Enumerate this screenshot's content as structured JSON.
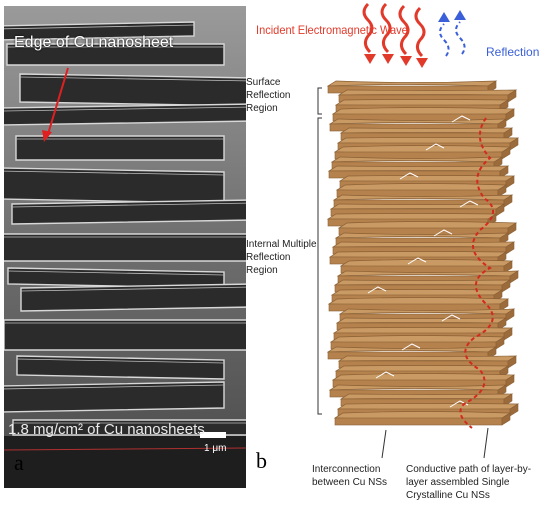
{
  "panel_a": {
    "title": "Edge of Cu nanosheet",
    "caption": "1.8 mg/cm² of Cu nanosheets",
    "scale_bar": "1 μm",
    "letter": "a",
    "colors": {
      "sem_dark": "#2b2b2b",
      "sem_light": "#d8d8d8",
      "arrow": "#e02020"
    }
  },
  "panel_b": {
    "letter": "b",
    "incident_label": "Incident Electromagnetic Wave",
    "reflection_label": "Reflection",
    "surface_region": "Surface Reflection Region",
    "internal_region": "Internal Multiple Reflection Region",
    "interconnection_label": "Interconnection between Cu NSs",
    "conductive_label": "Conductive path of layer-by-layer assembled Single Crystalline Cu NSs",
    "colors": {
      "sheet": "#c99a64",
      "sheet_dark": "#8a5f33",
      "incident": "#e23a2a",
      "reflection": "#3a5fd8",
      "path": "#d42a1e"
    }
  }
}
